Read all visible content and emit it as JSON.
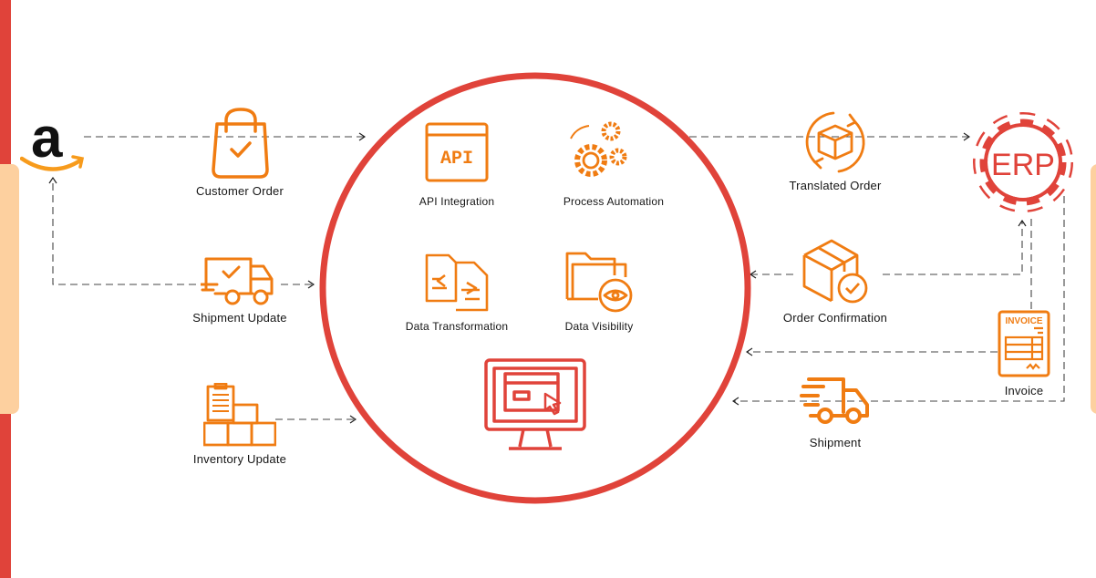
{
  "colors": {
    "accent": "#f07c12",
    "red": "#e0433a",
    "peach": "#fdd09f",
    "amazon_orange": "#f79b1c"
  },
  "left": {
    "logo": "amazon-logo",
    "customer_order": "Customer Order",
    "shipment_update": "Shipment Update",
    "inventory_update": "Inventory Update"
  },
  "hub": {
    "api_icon_text": "API",
    "api_integration": "API Integration",
    "process_automation": "Process Automation",
    "data_transformation": "Data Transformation",
    "data_visibility": "Data Visibility"
  },
  "right": {
    "erp": "ERP",
    "translated_order": "Translated Order",
    "order_confirmation": "Order Confirmation",
    "invoice_icon_text": "INVOICE",
    "invoice": "Invoice",
    "shipment": "Shipment"
  }
}
